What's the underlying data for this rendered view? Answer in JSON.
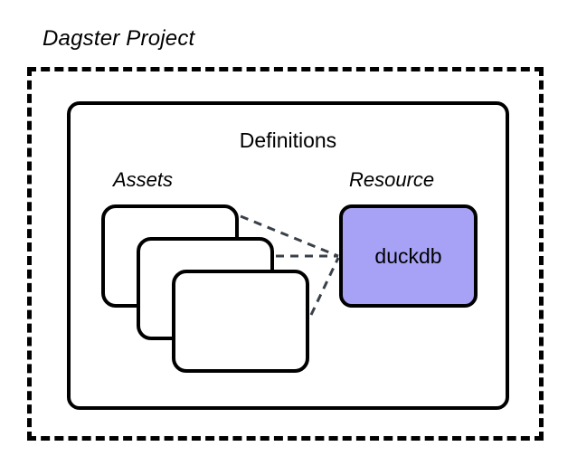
{
  "diagram": {
    "title": "Dagster Project",
    "container": {
      "label": "Definitions"
    },
    "groups": [
      {
        "name": "assets-group",
        "label": "Assets"
      },
      {
        "name": "resource-group",
        "label": "Resource"
      }
    ],
    "assets": {
      "label": "Assets",
      "cards": [
        {
          "id": "asset-card-back",
          "label": ""
        },
        {
          "id": "asset-card-middle",
          "label": ""
        },
        {
          "id": "asset-card-front",
          "label": ""
        }
      ]
    },
    "resource": {
      "label": "Resource",
      "node_label": "duckdb",
      "fill_color": "#a7a2f5",
      "border_color": "#000000"
    },
    "connections": [
      {
        "from": "asset-card-back",
        "to": "duckdb",
        "style": "dashed"
      },
      {
        "from": "asset-card-middle",
        "to": "duckdb",
        "style": "dashed"
      },
      {
        "from": "asset-card-front",
        "to": "duckdb",
        "style": "dashed"
      }
    ],
    "colors": {
      "stroke": "#000000",
      "connector": "#3a4049",
      "background": "#ffffff",
      "resource_fill": "#a7a2f5"
    }
  }
}
